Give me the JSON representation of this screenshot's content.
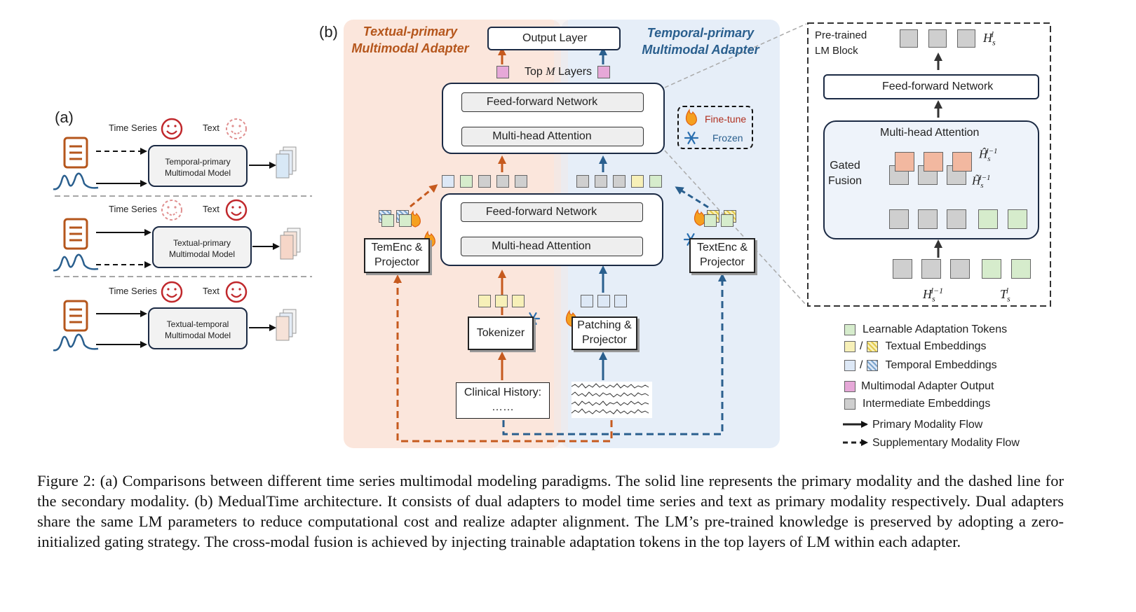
{
  "panel_a": {
    "label": "(a)",
    "rows": [
      {
        "ts_label": "Time Series",
        "text_label": "Text",
        "model": [
          "Temporal-primary",
          "Multimodal Model"
        ]
      },
      {
        "ts_label": "Time Series",
        "text_label": "Text",
        "model": [
          "Textual-primary",
          "Multimodal Model"
        ]
      },
      {
        "ts_label": "Time Series",
        "text_label": "Text",
        "model": [
          "Textual-temporal",
          "Multimodal Model"
        ]
      }
    ]
  },
  "panel_b": {
    "label": "(b)",
    "left_title": [
      "Textual-primary",
      "Multimodal Adapter"
    ],
    "right_title": [
      "Temporal-primary",
      "Multimodal Adapter"
    ],
    "output_layer": "Output Layer",
    "top_layers_pre": "Top ",
    "top_layers_var": "M",
    "top_layers_post": " Layers",
    "upper_ffn": "Feed-forward Network",
    "upper_mha": "Multi-head Attention",
    "lower_ffn": "Feed-forward Network",
    "lower_mha": "Multi-head Attention",
    "temenc": [
      "TemEnc &",
      "Projector"
    ],
    "textenc": [
      "TextEnc &",
      "Projector"
    ],
    "tokenizer": "Tokenizer",
    "patching": [
      "Patching &",
      "Projector"
    ],
    "clinical": [
      "Clinical History:",
      "……"
    ],
    "legend_finetune": "Fine-tune",
    "legend_frozen": "Frozen"
  },
  "detail": {
    "title": [
      "Pre-trained",
      "LM Block"
    ],
    "ffn": "Feed-forward Network",
    "mha": "Multi-head Attention",
    "gated": [
      "Gated",
      "Fusion"
    ],
    "hs_l": "H",
    "hs_hat1": "Ĥ",
    "hs_hat2": "H̃",
    "hs_prev": "H",
    "ts_l": "T"
  },
  "legend": [
    {
      "label": "Learnable Adaptation Tokens",
      "kind": "green"
    },
    {
      "label": "Textual Embeddings",
      "kind": "yellow"
    },
    {
      "label": "Temporal Embeddings",
      "kind": "blue"
    },
    {
      "label": "Multimodal Adapter Output",
      "kind": "pink"
    },
    {
      "label": "Intermediate Embeddings",
      "kind": "gray"
    },
    {
      "label": "Primary Modality Flow",
      "kind": "solid"
    },
    {
      "label": "Supplementary Modality Flow",
      "kind": "dashed"
    }
  ],
  "caption": "Figure 2: (a) Comparisons between different time series multimodal modeling paradigms. The solid line represents the primary modality and the dashed line for the secondary modality. (b) MedualTime architecture. It consists of dual adapters to model time series and text as primary modality respectively. Dual adapters share the same LM parameters to reduce computational cost and realize adapter alignment. The LM’s pre-trained knowledge is preserved by adopting a zero-initialized gating strategy. The cross-modal fusion is achieved by injecting trainable adaptation tokens in the top layers of LM within each adapter.",
  "colors": {
    "orange": "#c65a1e",
    "blue": "#2a5f8e",
    "dark": "#1b2a44",
    "smile_red": "#c0282c"
  }
}
